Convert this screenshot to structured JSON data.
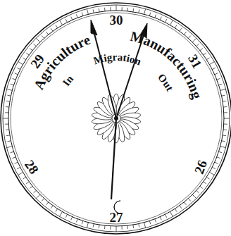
{
  "diagram": {
    "labels": [
      "30",
      "29",
      "31",
      "Agriculture",
      "Manufacturing",
      "In",
      "Migration",
      "Out",
      "28",
      "26",
      "27"
    ]
  }
}
